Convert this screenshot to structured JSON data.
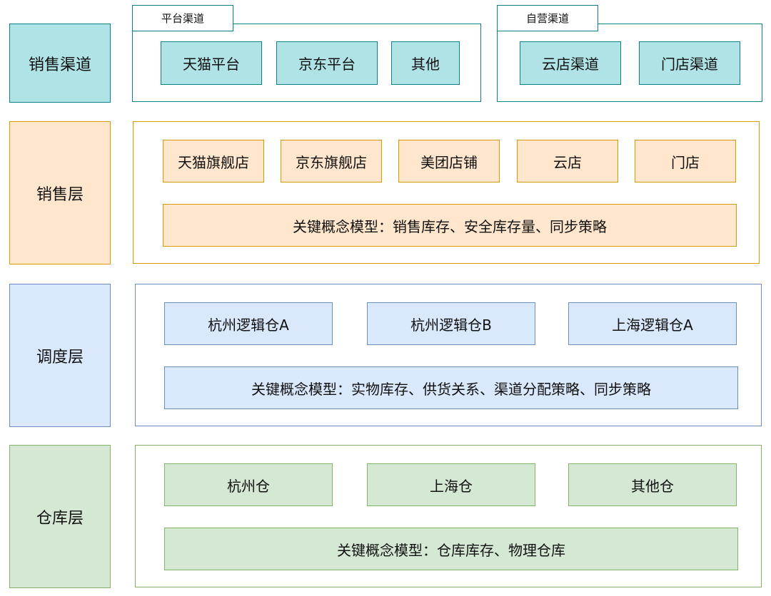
{
  "layers": {
    "channel": {
      "label": "销售渠道",
      "groups": {
        "platform": {
          "title": "平台渠道",
          "items": [
            "天猫平台",
            "京东平台",
            "其他"
          ]
        },
        "self": {
          "title": "自营渠道",
          "items": [
            "云店渠道",
            "门店渠道"
          ]
        }
      }
    },
    "sales": {
      "label": "销售层",
      "items": [
        "天猫旗舰店",
        "京东旗舰店",
        "美团店铺",
        "云店",
        "门店"
      ],
      "model": "关键概念模型：销售库存、安全库存量、同步策略"
    },
    "dispatch": {
      "label": "调度层",
      "items": [
        "杭州逻辑仓A",
        "杭州逻辑仓B",
        "上海逻辑仓A"
      ],
      "model": "关键概念模型：实物库存、供货关系、渠道分配策略、同步策略"
    },
    "warehouse": {
      "label": "仓库层",
      "items": [
        "杭州仓",
        "上海仓",
        "其他仓"
      ],
      "model": "关键概念模型：仓库库存、物理仓库"
    }
  },
  "colors": {
    "teal_fill": "#b0e3e6",
    "teal_stroke": "#0e8088",
    "orange_fill": "#ffe6cc",
    "orange_stroke": "#d79b00",
    "blue_fill": "#dae8fc",
    "blue_stroke": "#6c8ebf",
    "green_fill": "#d5e8d4",
    "green_stroke": "#82b366"
  }
}
